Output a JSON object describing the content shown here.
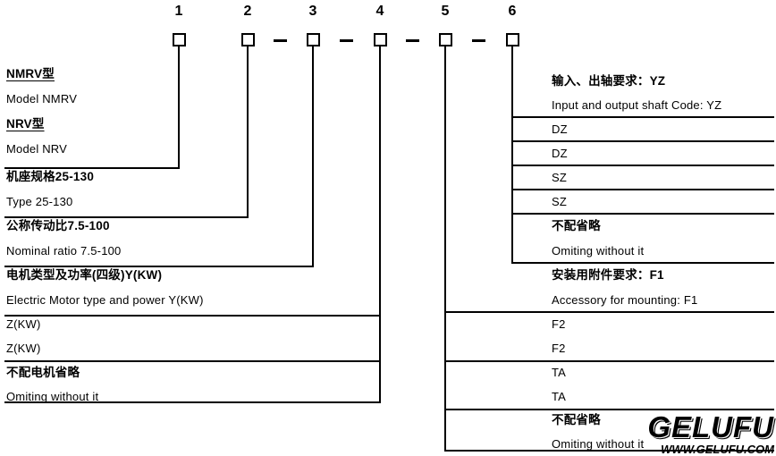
{
  "numbers": [
    "1",
    "2",
    "3",
    "4",
    "5",
    "6"
  ],
  "left": {
    "rows": [
      "NMRV型",
      "Model NMRV",
      "NRV型",
      "Model NRV",
      "机座规格25-130",
      "Type 25-130",
      "公称传动比7.5-100",
      "Nominal ratio 7.5-100",
      "电机类型及功率(四级)Y(KW)",
      "Electric Motor type and power Y(KW)",
      "Z(KW)",
      "Z(KW)",
      "不配电机省略",
      "Omiting without it"
    ]
  },
  "right": {
    "rows": [
      "输入、出轴要求：YZ",
      "Input and output shaft Code: YZ",
      "DZ",
      "DZ",
      "SZ",
      "SZ",
      "不配省略",
      "Omiting without  it",
      "安装用附件要求：F1",
      "Accessory for mounting: F1",
      "F2",
      "F2",
      "TA",
      "TA",
      "不配省略",
      "Omiting without  it"
    ]
  },
  "logo": {
    "name": "GELUFU",
    "site": "WWW.GELUFU.COM"
  },
  "colors": {
    "ink": "#000000",
    "background": "#ffffff"
  }
}
